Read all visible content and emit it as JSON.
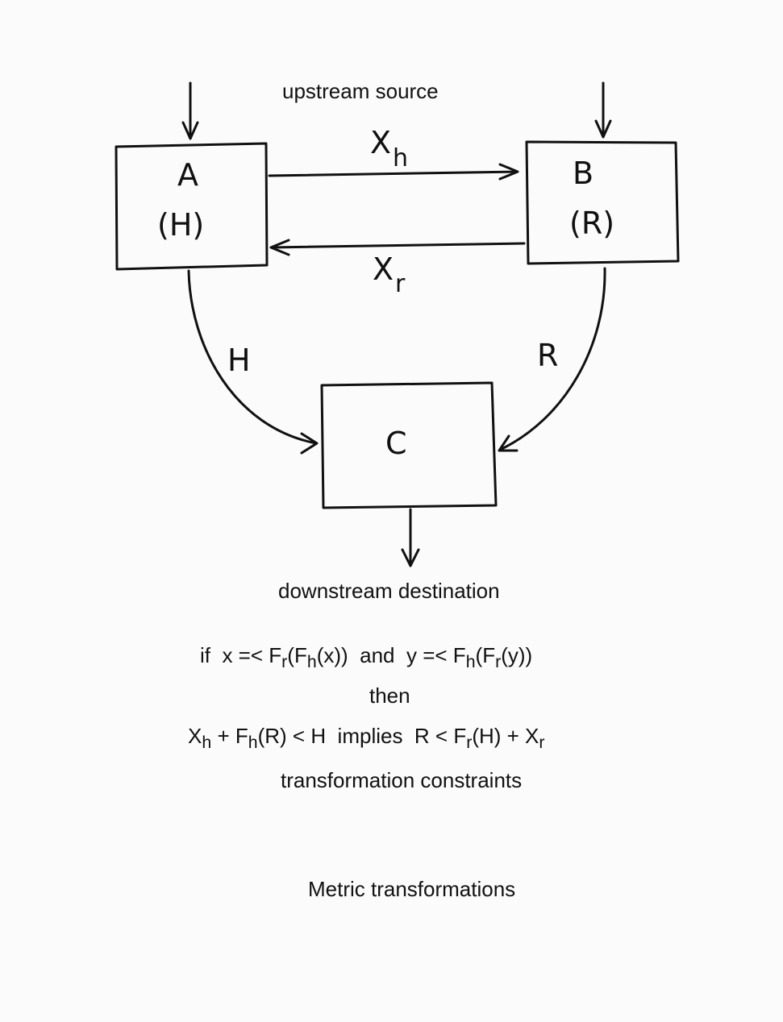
{
  "labels": {
    "upstream": "upstream source",
    "downstream": "downstream destination",
    "caption": "Metric transformations",
    "constraints": "transformation constraints",
    "then": "then"
  },
  "nodes": {
    "a": {
      "letter": "A",
      "sub": "(H)"
    },
    "b": {
      "letter": "B",
      "sub": "(R)"
    },
    "c": {
      "letter": "C"
    }
  },
  "edges": {
    "xh": {
      "main": "X",
      "sub": "h"
    },
    "xr": {
      "main": "X",
      "sub": "r"
    },
    "h": "H",
    "r": "R"
  },
  "formula": {
    "line1": {
      "if": "if",
      "x": "x =<",
      "fr": "F",
      "fr_sub": "r",
      "fr_mid": "(F",
      "fh_sub": "h",
      "tail1": "(x))",
      "and": "and",
      "y": "y =<",
      "fh": "F",
      "fh2_sub": "h",
      "mid2": "(F",
      "fr2_sub": "r",
      "tail2": "(y))"
    },
    "line3": {
      "x": "X",
      "x_sub": "h",
      "plus": "+ F",
      "f_sub": "h",
      "rest": "(R) < H",
      "implies": "implies",
      "r": "R < F",
      "r_sub": "r",
      "tail": "(H) + X",
      "tail_sub": "r"
    }
  }
}
